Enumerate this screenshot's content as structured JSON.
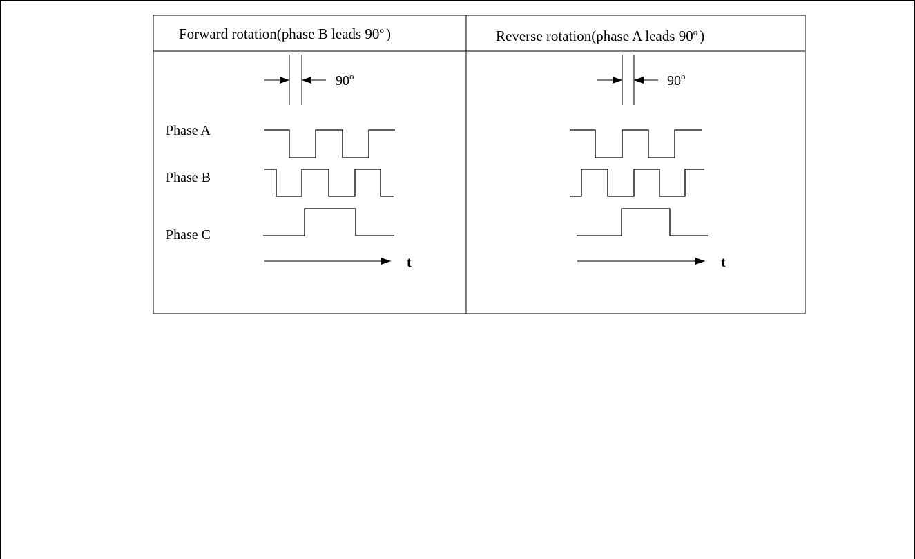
{
  "table": {
    "columns": [
      {
        "heading_main": "Forward rotation(phase B leads 90",
        "heading_sup": "o",
        "heading_close": ")",
        "angle_value": "90",
        "angle_sup": "o",
        "axis_label": "t"
      },
      {
        "heading_main": "Reverse rotation(phase A leads 90",
        "heading_sup": "o",
        "heading_close": ")",
        "angle_value": "90",
        "angle_sup": "o",
        "axis_label": "t"
      }
    ],
    "row_labels": [
      "Phase A",
      "Phase B",
      "Phase C"
    ]
  },
  "colors": {
    "line": "#000000",
    "background": "#ffffff"
  }
}
